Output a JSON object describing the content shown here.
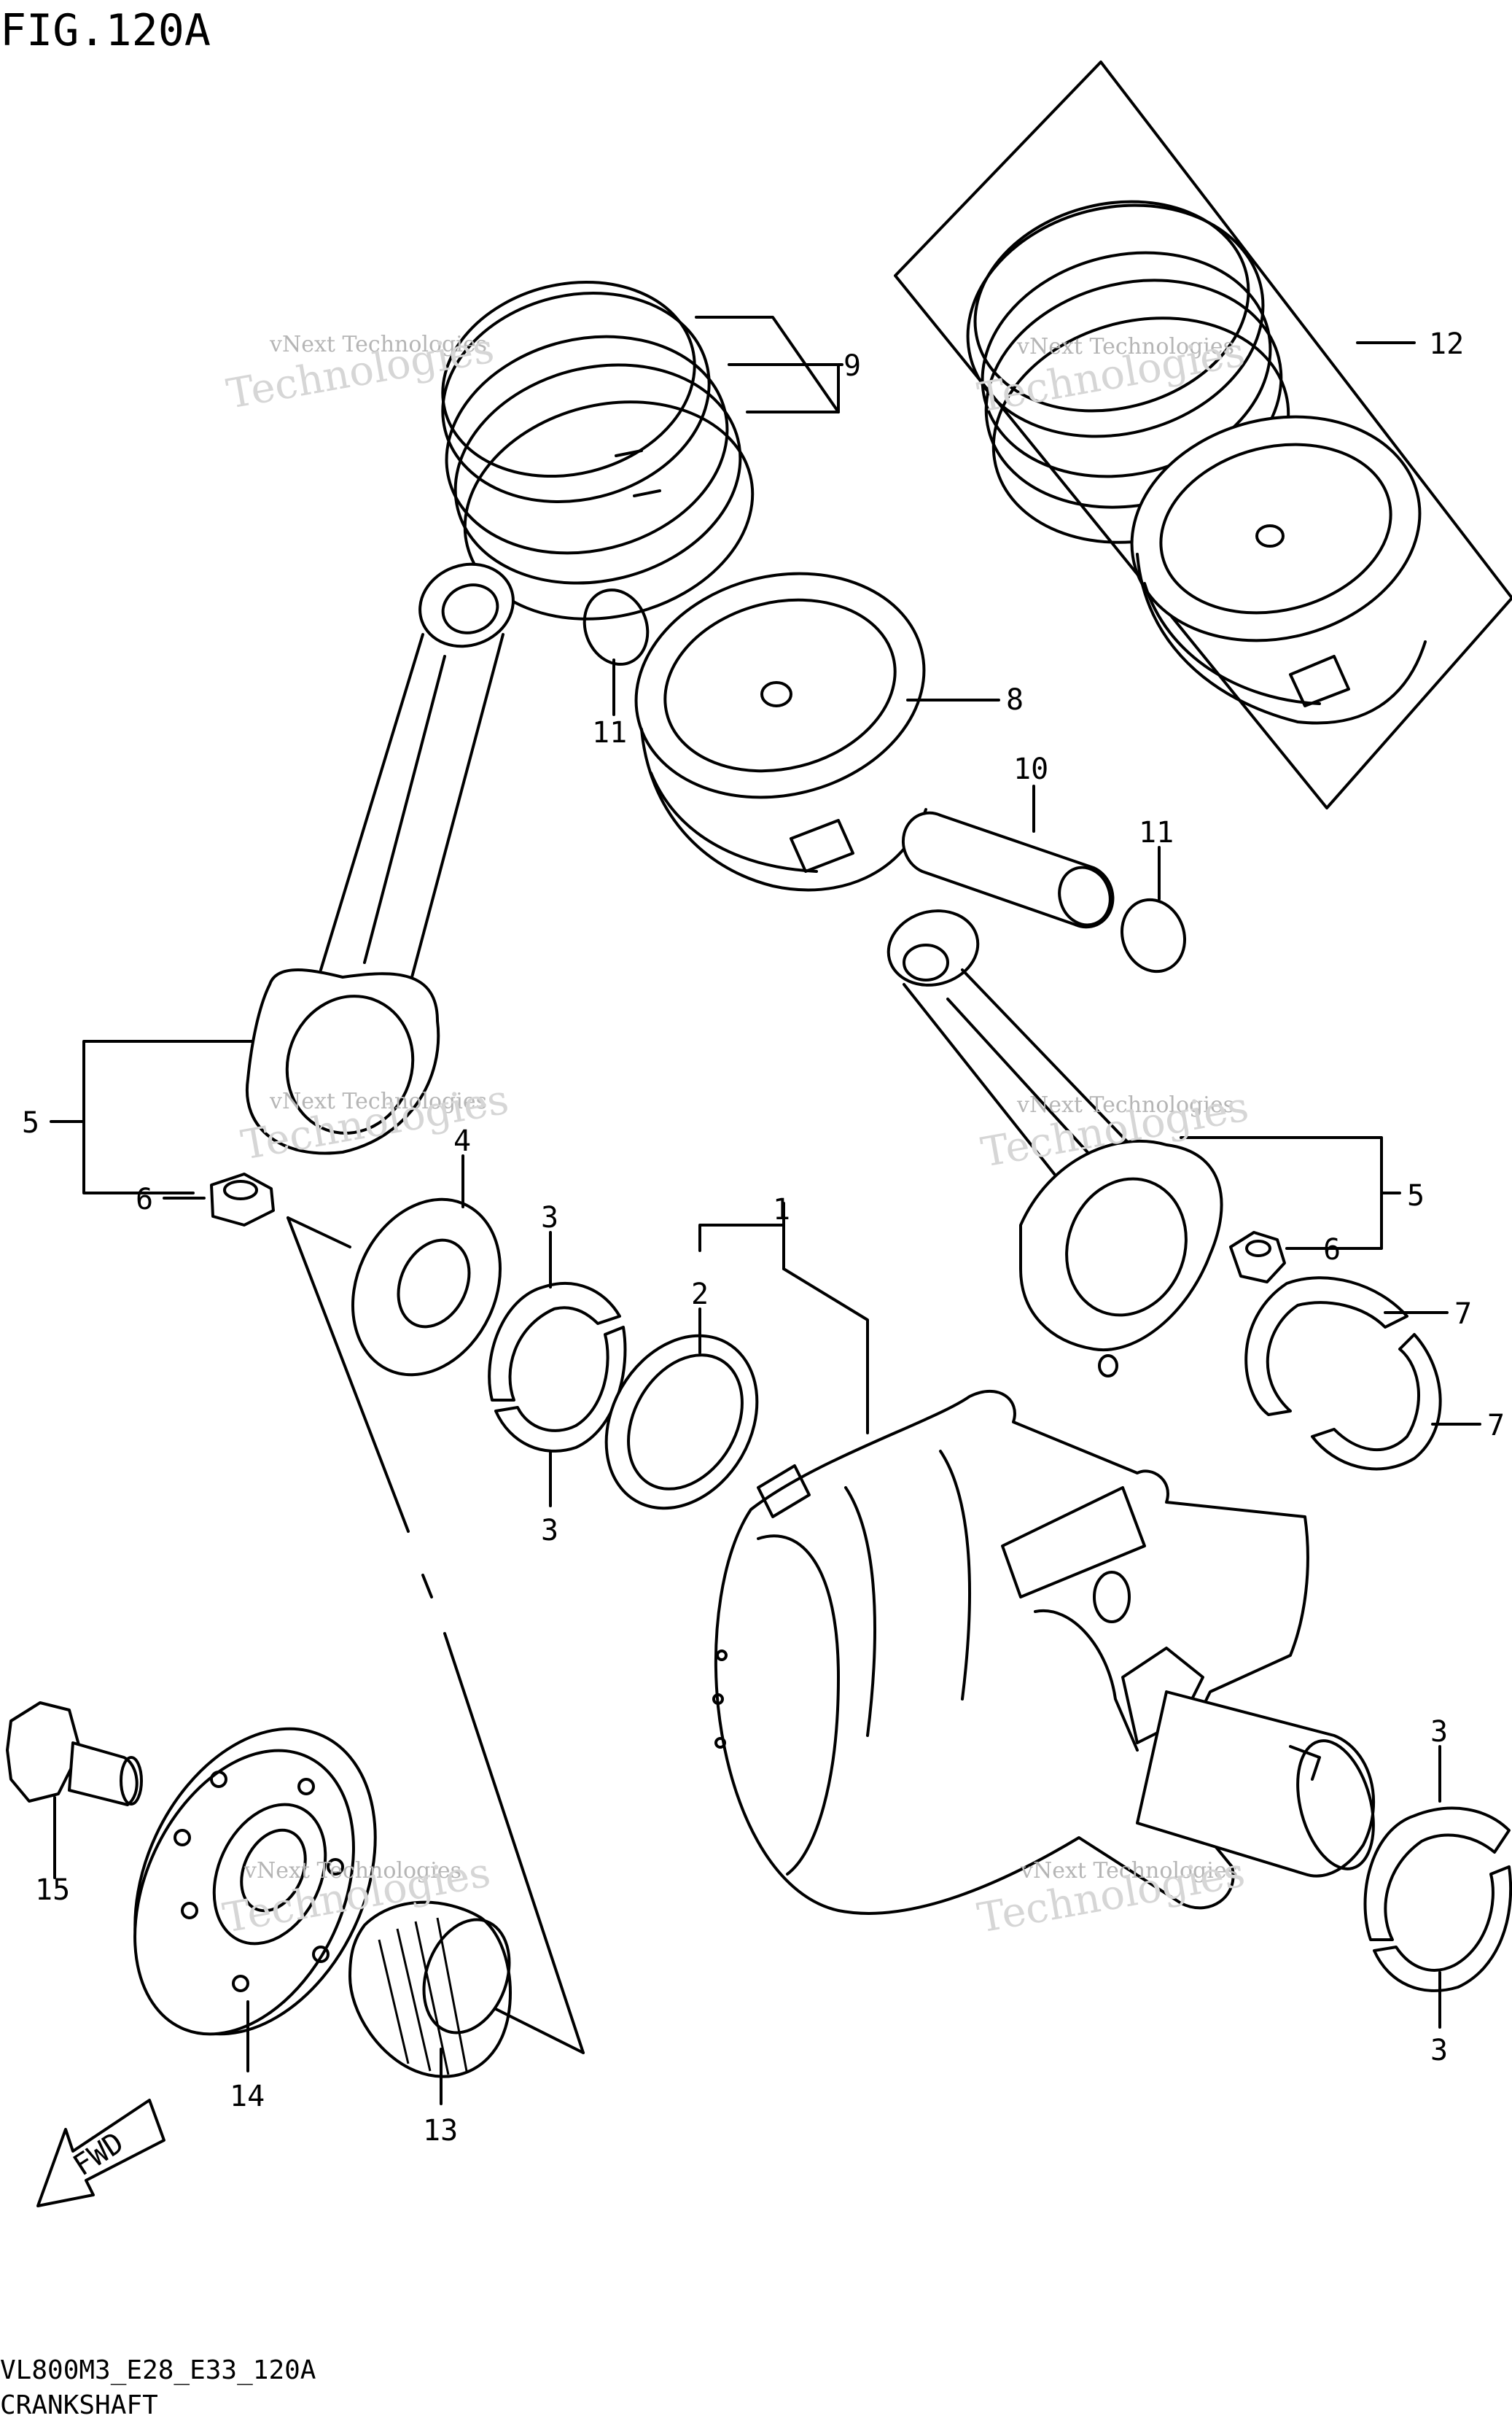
{
  "header": {
    "figure_label": "FIG.120A"
  },
  "footer": {
    "model_code": "VL800M3_E28_E33_120A",
    "section_title": "CRANKSHAFT"
  },
  "watermark": {
    "small": "vNext Technologies",
    "large": "Technologies"
  },
  "fwd_label": "FWD",
  "callouts": {
    "c1": "1",
    "c2": "2",
    "c3a": "3",
    "c3b": "3",
    "c3c": "3",
    "c3d": "3",
    "c4": "4",
    "c5a": "5",
    "c5b": "5",
    "c6a": "6",
    "c6b": "6",
    "c7a": "7",
    "c7b": "7",
    "c8": "8",
    "c9": "9",
    "c10": "10",
    "c11a": "11",
    "c11b": "11",
    "c12": "12",
    "c13": "13",
    "c14": "14",
    "c15": "15"
  }
}
